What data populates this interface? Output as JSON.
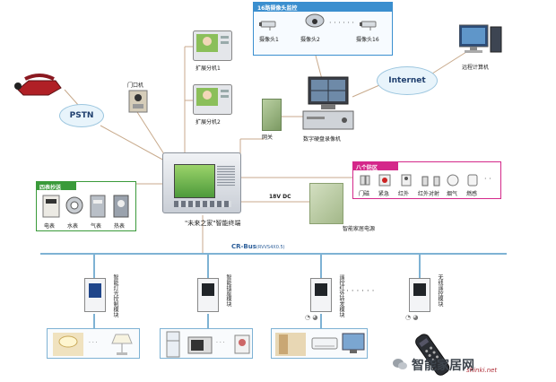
{
  "cameras": {
    "title": "16路摄像头监控",
    "items": [
      {
        "label": "摄像头1"
      },
      {
        "label": "摄像头2"
      },
      {
        "label": "摄像头16"
      }
    ]
  },
  "remote_pc": {
    "label": "远程计算机"
  },
  "internet": {
    "label": "Internet"
  },
  "pstn": {
    "label": "PSTN"
  },
  "door_unit": {
    "label": "门口机"
  },
  "extension_1": {
    "label": "扩展分机1"
  },
  "extension_2": {
    "label": "扩展分机2"
  },
  "gateway": {
    "label": "网关"
  },
  "dvr": {
    "label": "数字硬盘录像机"
  },
  "meters": {
    "title": "四表抄送",
    "items": [
      {
        "label": "电表"
      },
      {
        "label": "水表"
      },
      {
        "label": "气表"
      },
      {
        "label": "热表"
      }
    ]
  },
  "zones": {
    "title": "八个防区",
    "items": [
      {
        "label": "门磁"
      },
      {
        "label": "紧急"
      },
      {
        "label": "红外"
      },
      {
        "label": "红外对射"
      },
      {
        "label": "烟气"
      },
      {
        "label": "燃感"
      }
    ]
  },
  "terminal": {
    "caption": "\"未来之家\"智能终端"
  },
  "power": {
    "voltage": "18V DC",
    "label": "智能家居电源"
  },
  "bus": {
    "label": "CR-Bus",
    "spec": "(RVVS4X0.5)"
  },
  "modules": [
    {
      "label": "智能灯光控制模块"
    },
    {
      "label": "智能插座模块"
    },
    {
      "label": "遥控红外转发模块"
    },
    {
      "label": "无线遥控模块"
    }
  ],
  "watermark": {
    "cn": "智能家居网",
    "en": "shinki.net"
  },
  "colors": {
    "bus_line": "#7eb2d4",
    "link_line": "#c8aa8c",
    "camera_border": "#3b8fcf",
    "zones_border": "#d4288a",
    "meters_border": "#3a9a3a",
    "bus_accent": "#2d5f9a"
  }
}
